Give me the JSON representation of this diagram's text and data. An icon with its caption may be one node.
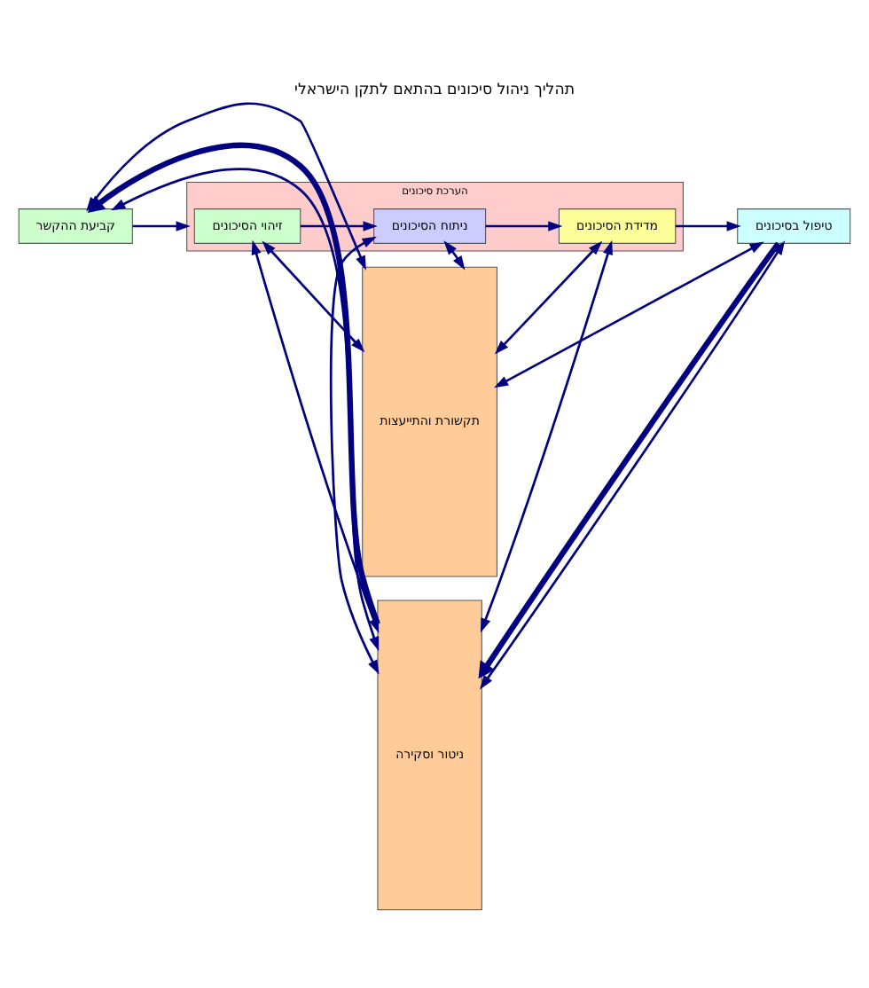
{
  "diagram": {
    "title": "תהליך ניהול סיכונים בהתאם לתקן הישראלי",
    "nodes": [
      {
        "text": [
          "תקשורת והתייעצות"
        ]
      },
      {
        "text": [
          "ניטור וסקירה"
        ]
      },
      {
        "text": [
          "קביעת ההקשר"
        ]
      },
      {
        "text": [
          "הערכת סיכונים"
        ]
      },
      {
        "text": [
          "זיהוי הסיכונים"
        ],
        "in": 3
      },
      {
        "text": [
          "ניתוח הסיכונים"
        ],
        "in": 3
      },
      {
        "text": [
          "מדידת הסיכונים"
        ],
        "in": 3
      },
      {
        "text": [
          "טיפול בסיכונים"
        ]
      }
    ],
    "edges": [
      {
        "from": 0,
        "to": 2,
        "arrow": "both"
      },
      {
        "from": 2,
        "to": 1,
        "arrow": "both"
      },
      {
        "from": 0,
        "to": 4,
        "arrow": "both"
      },
      {
        "from": 4,
        "to": 1,
        "arrow": "both"
      },
      {
        "from": 0,
        "to": 5,
        "arrow": "both"
      },
      {
        "from": 5,
        "to": 1,
        "arrow": "both"
      },
      {
        "from": 0,
        "to": 6,
        "arrow": "both"
      },
      {
        "from": 6,
        "to": 1,
        "arrow": "both"
      },
      {
        "from": 0,
        "to": 7,
        "arrow": "both"
      },
      {
        "from": 7,
        "to": 1,
        "arrow": "both"
      },
      {
        "from": 2,
        "to": 3,
        "arrow": "to"
      },
      {
        "from": 4,
        "to": 5,
        "arrow": "to"
      },
      {
        "from": 5,
        "to": 6,
        "arrow": "to"
      },
      {
        "from": 6,
        "to": 7,
        "arrow": "to"
      },
      {
        "from": 7,
        "to": 1,
        "arrow": "to",
        "style": "thick"
      },
      {
        "from": 1,
        "to": 2,
        "arrow": "to",
        "style": "thick"
      }
    ]
  }
}
